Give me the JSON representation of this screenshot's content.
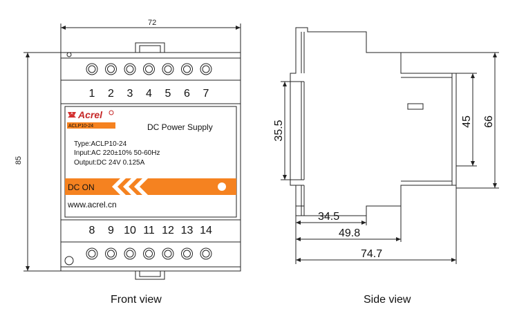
{
  "front": {
    "width_dim": "72",
    "height_dim": "85",
    "top_terminals": [
      "1",
      "2",
      "3",
      "4",
      "5",
      "6",
      "7"
    ],
    "bottom_terminals": [
      "8",
      "9",
      "10",
      "11",
      "12",
      "13",
      "14"
    ],
    "brand": "Acrel",
    "model_badge": "ACLP10-24",
    "product_name": "DC Power Supply",
    "type_line": "Type:ACLP10-24",
    "input_line": "Input:AC 220±10% 50-60Hz",
    "output_line": "Output:DC 24V 0.125A",
    "indicator_label": "DC ON",
    "website": "www.acrel.cn",
    "caption": "Front view"
  },
  "side": {
    "dim_35_5": "35.5",
    "dim_45": "45",
    "dim_66": "66",
    "dim_34_5": "34.5",
    "dim_49_8": "49.8",
    "dim_74_7": "74.7",
    "caption": "Side view"
  },
  "colors": {
    "orange": "#F58220",
    "line": "#222222"
  }
}
